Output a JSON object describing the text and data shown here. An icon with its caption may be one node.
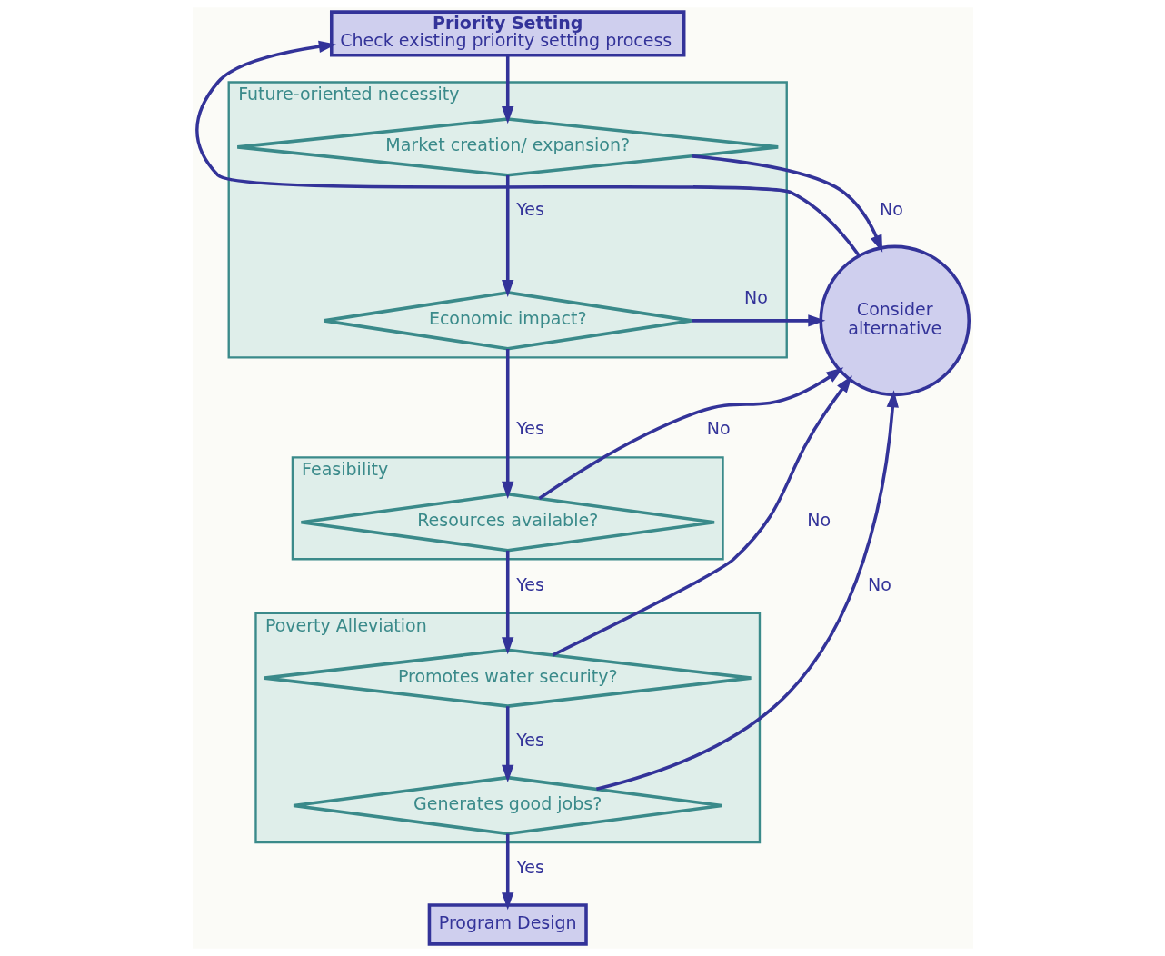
{
  "diagram": {
    "nodes": [
      {
        "text": [
          "Priority Setting",
          "Check existing priority setting process"
        ]
      },
      {
        "text": [
          "Future-oriented necessity"
        ]
      },
      {
        "text": [
          "Market creation/ expansion?"
        ],
        "in": 1
      },
      {
        "text": [
          "Economic impact?"
        ],
        "in": 1
      },
      {
        "text": [
          "Feasibility"
        ]
      },
      {
        "text": [
          "Resources available?"
        ],
        "in": 4
      },
      {
        "text": [
          "Poverty Alleviation"
        ]
      },
      {
        "text": [
          "Promotes water security?"
        ],
        "in": 6
      },
      {
        "text": [
          "Generates good jobs?"
        ],
        "in": 6
      },
      {
        "text": [
          "Consider alternative"
        ]
      },
      {
        "text": [
          "Program Design"
        ]
      }
    ],
    "edges": [
      {
        "from": 0,
        "to": 2,
        "arrow": "to"
      },
      {
        "from": 2,
        "to": 3,
        "label": "Yes",
        "arrow": "to"
      },
      {
        "from": 3,
        "to": 5,
        "label": "Yes",
        "arrow": "to"
      },
      {
        "from": 5,
        "to": 7,
        "label": "Yes",
        "arrow": "to"
      },
      {
        "from": 7,
        "to": 8,
        "label": "Yes",
        "arrow": "to"
      },
      {
        "from": 8,
        "to": 10,
        "label": "Yes",
        "arrow": "to"
      },
      {
        "from": 2,
        "to": 9,
        "label": "No",
        "arrow": "to"
      },
      {
        "from": 3,
        "to": 9,
        "label": "No",
        "arrow": "to"
      },
      {
        "from": 5,
        "to": 9,
        "label": "No",
        "arrow": "to"
      },
      {
        "from": 7,
        "to": 9,
        "label": "No",
        "arrow": "to"
      },
      {
        "from": 8,
        "to": 9,
        "label": "No",
        "arrow": "to"
      },
      {
        "from": 9,
        "to": 0,
        "arrow": "to"
      }
    ]
  }
}
